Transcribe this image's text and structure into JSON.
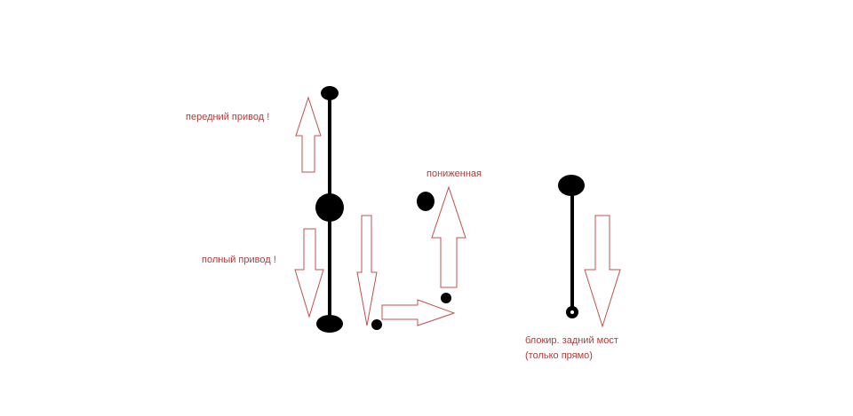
{
  "labels": {
    "front_drive": "передний привод !",
    "full_drive": "полный привод !",
    "low_gear": "пониженная",
    "rear_lock_line1": "блокир. задний мост",
    "rear_lock_line2": "(только прямо)"
  },
  "colors": {
    "text": "#b23a3a",
    "arrow_outline": "#c0504d",
    "lever": "#000000",
    "background": "#ffffff"
  }
}
